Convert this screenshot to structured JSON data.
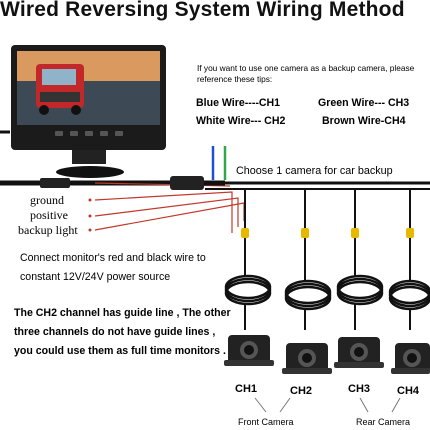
{
  "title": "Wired Reversing System Wiring Method",
  "tips": {
    "intro": "If you want to use one camera as a backup camera, please reference these tips:",
    "wires": [
      {
        "label": "Blue Wire----CH1"
      },
      {
        "label": "Green Wire--- CH3"
      },
      {
        "label": "White Wire--- CH2"
      },
      {
        "label": "Brown Wire-CH4"
      }
    ]
  },
  "choose_label": "Choose 1 camera for car backup",
  "side_labels": {
    "ground": "ground",
    "positive": "positive",
    "backup": "backup light"
  },
  "power_note": "Connect monitor's red and black wire to constant 12V/24V power source",
  "guide_note": "The CH2 channel has guide line , The other three channels do not have guide lines , you could use them as full time monitors .",
  "channels": [
    {
      "label": "CH1"
    },
    {
      "label": "CH2"
    },
    {
      "label": "CH3"
    },
    {
      "label": "CH4"
    }
  ],
  "camera_labels": {
    "front": "Front Camera",
    "rear": "Rear Camera"
  },
  "colors": {
    "cable": "#1a1a1a",
    "red": "#c0392b",
    "blue_wire": "#1f4fd8",
    "green_wire": "#2ea84a",
    "connector": "#e6b800"
  }
}
